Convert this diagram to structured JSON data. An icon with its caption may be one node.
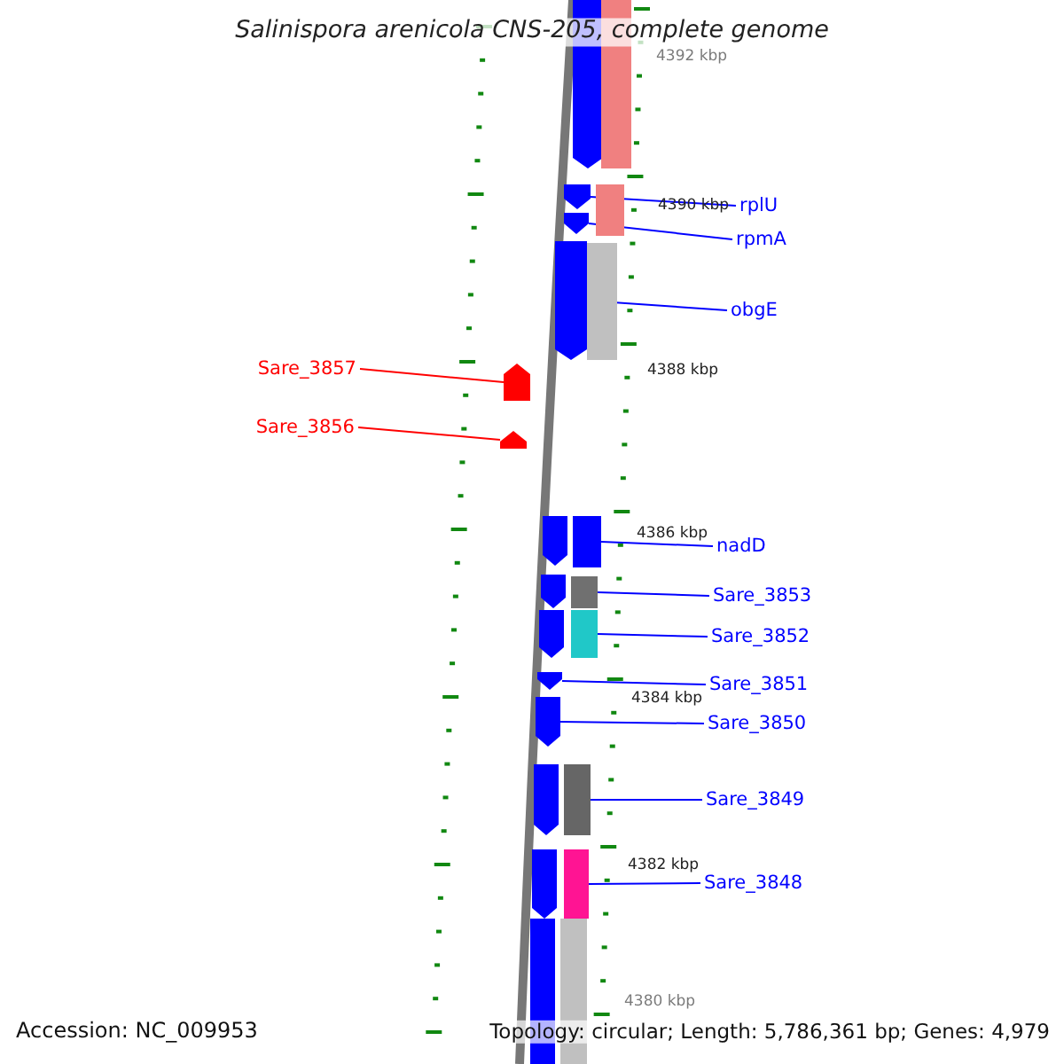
{
  "diagram": {
    "title": "Salinispora arenicola CNS-205, complete genome",
    "nodes": [
      {
        "text": [
          "rplU"
        ]
      },
      {
        "text": [
          "rpmA"
        ]
      },
      {
        "text": [
          "obgE"
        ]
      },
      {
        "text": [
          "Sare_3857"
        ]
      },
      {
        "text": [
          "Sare_3856"
        ]
      },
      {
        "text": [
          "nadD"
        ]
      },
      {
        "text": [
          "Sare_3853"
        ]
      },
      {
        "text": [
          "Sare_3852"
        ]
      },
      {
        "text": [
          "Sare_3851"
        ]
      },
      {
        "text": [
          "Sare_3850"
        ]
      },
      {
        "text": [
          "Sare_3849"
        ]
      },
      {
        "text": [
          "Sare_3848"
        ]
      },
      {
        "text": [],
        "shape": "arrow"
      },
      {
        "text": [],
        "shape": "arrow"
      },
      {
        "text": [],
        "shape": "arrow"
      },
      {
        "text": [],
        "shape": "arrow"
      },
      {
        "text": [],
        "shape": "arrow"
      },
      {
        "text": [],
        "shape": "box"
      },
      {
        "text": [],
        "shape": "box"
      },
      {
        "text": [],
        "shape": "box"
      },
      {
        "text": [],
        "shape": "arrow"
      },
      {
        "text": [],
        "shape": "arrow"
      },
      {
        "text": [],
        "shape": "box"
      },
      {
        "text": [],
        "shape": "box"
      },
      {
        "text": [],
        "shape": "arrow"
      },
      {
        "text": [],
        "shape": "box"
      },
      {
        "text": [],
        "shape": "box"
      },
      {
        "text": [],
        "shape": "box"
      },
      {
        "text": [],
        "shape": "arrow"
      },
      {
        "text": [],
        "shape": "arrow"
      },
      {
        "text": [],
        "shape": "arrow"
      },
      {
        "text": [],
        "shape": "arrow"
      },
      {
        "text": [],
        "shape": "arrow"
      },
      {
        "text": [],
        "shape": "box"
      },
      {
        "text": [],
        "shape": "box"
      }
    ],
    "edges": [
      {
        "from": 0,
        "to": 12,
        "arrow": "none"
      },
      {
        "from": 1,
        "to": 13,
        "arrow": "none"
      },
      {
        "from": 2,
        "to": 14,
        "arrow": "none"
      },
      {
        "from": 3,
        "to": 15,
        "arrow": "none",
        "color": "#ff0000"
      },
      {
        "from": 4,
        "to": 16,
        "arrow": "none",
        "color": "#ff0000"
      },
      {
        "from": 5,
        "to": 17,
        "arrow": "none"
      },
      {
        "from": 6,
        "to": 18,
        "arrow": "none"
      },
      {
        "from": 7,
        "to": 19,
        "arrow": "none"
      },
      {
        "from": 8,
        "to": 20,
        "arrow": "none"
      },
      {
        "from": 9,
        "to": 21,
        "arrow": "none"
      },
      {
        "from": 10,
        "to": 22,
        "arrow": "none"
      },
      {
        "from": 11,
        "to": 23,
        "arrow": "none"
      }
    ],
    "labels": [
      "4392 kbp",
      "4390 kbp",
      "4388 kbp",
      "4386 kbp",
      "4384 kbp",
      "4382 kbp",
      "4380 kbp",
      "Accession: NC_009953",
      "Topology: circular; Length: 5,786,361 bp; Genes: 4,979"
    ]
  }
}
